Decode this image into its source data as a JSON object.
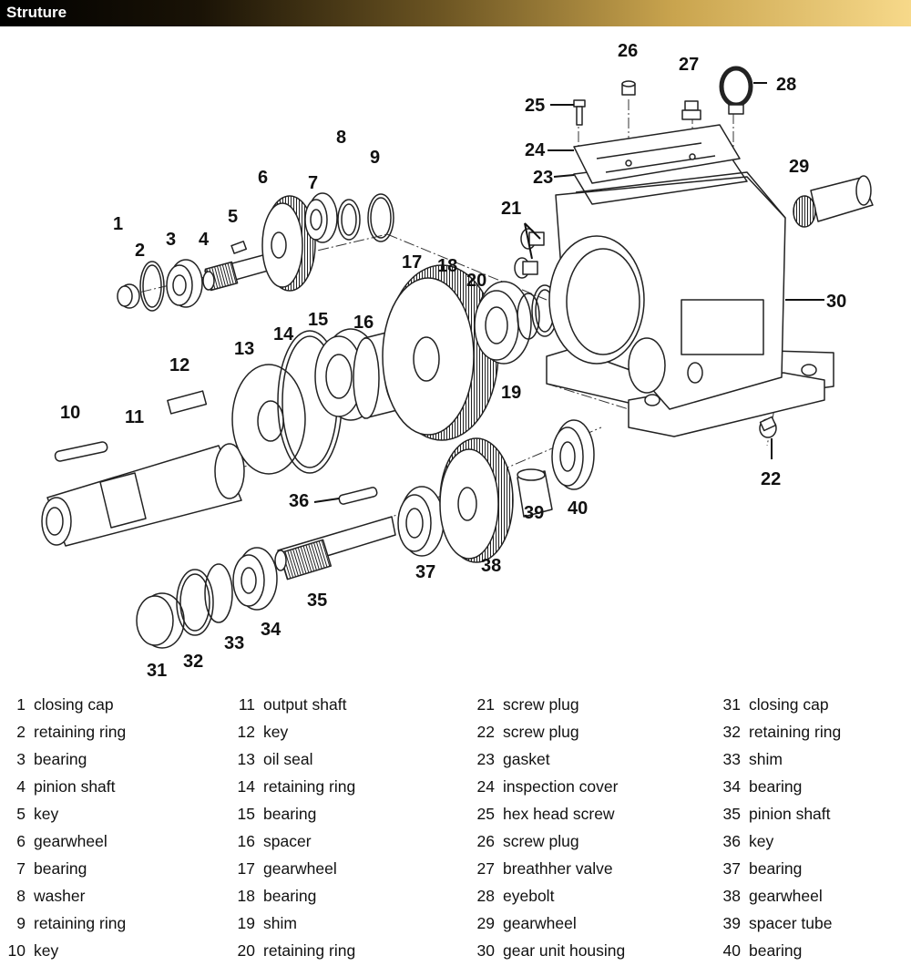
{
  "header": {
    "title": "Struture"
  },
  "colors": {
    "header_start": "#000000",
    "header_end": "#f7d98a",
    "line": "#222222"
  },
  "callouts": [
    "1",
    "2",
    "3",
    "4",
    "5",
    "6",
    "7",
    "8",
    "9",
    "10",
    "11",
    "12",
    "13",
    "14",
    "15",
    "16",
    "17",
    "18",
    "19",
    "20",
    "21",
    "22",
    "23",
    "24",
    "25",
    "26",
    "27",
    "28",
    "29",
    "30",
    "31",
    "32",
    "33",
    "34",
    "35",
    "36",
    "37",
    "38",
    "39",
    "40"
  ],
  "legend": {
    "columns": [
      [
        {
          "num": "1",
          "label": "closing cap"
        },
        {
          "num": "2",
          "label": "retaining ring"
        },
        {
          "num": "3",
          "label": "bearing"
        },
        {
          "num": "4",
          "label": "pinion shaft"
        },
        {
          "num": "5",
          "label": "key"
        },
        {
          "num": "6",
          "label": "gearwheel"
        },
        {
          "num": "7",
          "label": "bearing"
        },
        {
          "num": "8",
          "label": "washer"
        },
        {
          "num": "9",
          "label": "retaining ring"
        },
        {
          "num": "10",
          "label": "key"
        }
      ],
      [
        {
          "num": "11",
          "label": "output shaft"
        },
        {
          "num": "12",
          "label": "key"
        },
        {
          "num": "13",
          "label": "oil seal"
        },
        {
          "num": "14",
          "label": "retaining ring"
        },
        {
          "num": "15",
          "label": "bearing"
        },
        {
          "num": "16",
          "label": "spacer"
        },
        {
          "num": "17",
          "label": "gearwheel"
        },
        {
          "num": "18",
          "label": "bearing"
        },
        {
          "num": "19",
          "label": "shim"
        },
        {
          "num": "20",
          "label": "retaining ring"
        }
      ],
      [
        {
          "num": "21",
          "label": "screw plug"
        },
        {
          "num": "22",
          "label": "screw plug"
        },
        {
          "num": "23",
          "label": "gasket"
        },
        {
          "num": "24",
          "label": "inspection cover"
        },
        {
          "num": "25",
          "label": "hex head screw"
        },
        {
          "num": "26",
          "label": "screw plug"
        },
        {
          "num": "27",
          "label": "breathher valve"
        },
        {
          "num": "28",
          "label": "eyebolt"
        },
        {
          "num": "29",
          "label": "gearwheel"
        },
        {
          "num": "30",
          "label": "gear unit housing"
        }
      ],
      [
        {
          "num": "31",
          "label": "closing cap"
        },
        {
          "num": "32",
          "label": "retaining ring"
        },
        {
          "num": "33",
          "label": "shim"
        },
        {
          "num": "34",
          "label": "bearing"
        },
        {
          "num": "35",
          "label": "pinion shaft"
        },
        {
          "num": "36",
          "label": "key"
        },
        {
          "num": "37",
          "label": "bearing"
        },
        {
          "num": "38",
          "label": "gearwheel"
        },
        {
          "num": "39",
          "label": "spacer tube"
        },
        {
          "num": "40",
          "label": "bearing"
        }
      ]
    ]
  }
}
